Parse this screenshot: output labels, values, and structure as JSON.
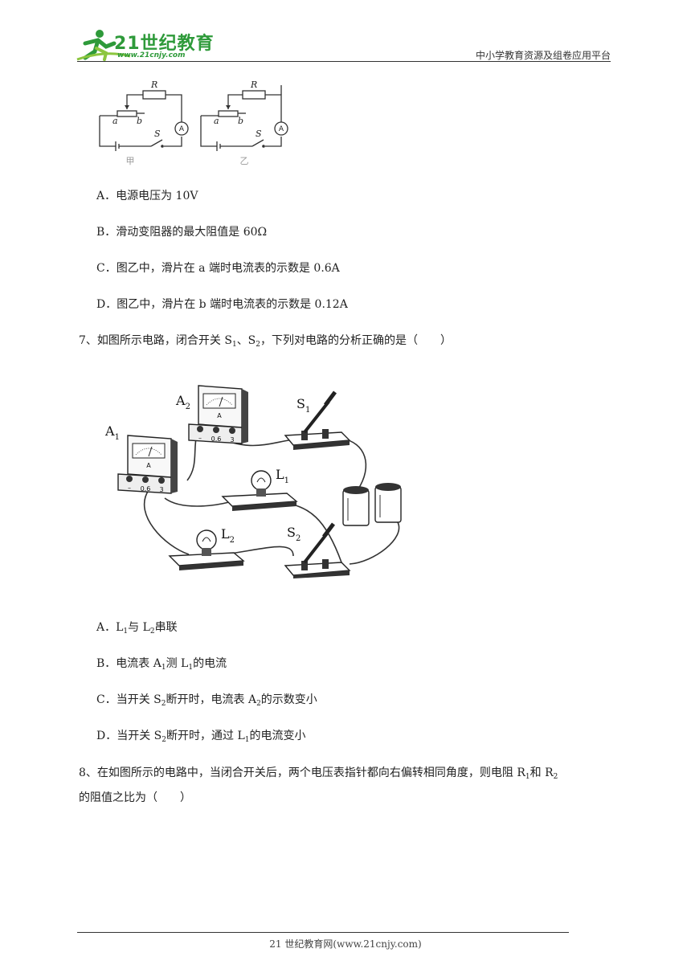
{
  "header": {
    "logo_text": "21世纪教育",
    "logo_url": "www.21cnjy.com",
    "platform": "中小学教育资源及组卷应用平台"
  },
  "figure1": {
    "label_R": "R",
    "label_a": "a",
    "label_b": "b",
    "label_S": "S",
    "label_A": "A",
    "caption_left": "甲",
    "caption_right": "乙"
  },
  "q6_options": {
    "A": "A．电源电压为 10V",
    "B": "B．滑动变阻器的最大阻值是 60Ω",
    "C": "C．图乙中，滑片在 a 端时电流表的示数是 0.6A",
    "D": "D．图乙中，滑片在 b 端时电流表的示数是 0.12A"
  },
  "q7": {
    "stem_prefix": "7、如图所示电路，闭合开关 S",
    "s1_sub": "1",
    "sep": "、S",
    "s2_sub": "2",
    "stem_suffix": "，下列对电路的分析正确的是（　　）",
    "figure": {
      "A1": "A",
      "A1_sub": "1",
      "A2": "A",
      "A2_sub": "2",
      "S1": "S",
      "S1_sub": "1",
      "S2": "S",
      "S2_sub": "2",
      "L1": "L",
      "L1_sub": "1",
      "L2": "L",
      "L2_sub": "2",
      "meter_A": "A",
      "term_minus": "–",
      "term_06": "0.6",
      "term_3": "3"
    },
    "optA": {
      "p1": "A．L",
      "sub1": "1",
      "p2": "与 L",
      "sub2": "2",
      "p3": "串联"
    },
    "optB": {
      "p1": "B．电流表 A",
      "sub1": "1",
      "p2": "测 L",
      "sub2": "1",
      "p3": "的电流"
    },
    "optC": {
      "p1": "C．当开关 S",
      "sub1": "2",
      "p2": "断开时，电流表 A",
      "sub2": "2",
      "p3": "的示数变小"
    },
    "optD": {
      "p1": "D．当开关 S",
      "sub1": "2",
      "p2": "断开时，通过 L",
      "sub2": "1",
      "p3": "的电流变小"
    }
  },
  "q8": {
    "line1_prefix": "8、在如图所示的电路中，当闭合开关后，两个电压表指针都向右偏转相同角度，则电阻 R",
    "r1_sub": "1",
    "line1_mid": "和 R",
    "r2_sub": "2",
    "line2": "的阻值之比为（　　）"
  },
  "footer": {
    "text": "21 世纪教育网(www.21cnjy.com)"
  }
}
